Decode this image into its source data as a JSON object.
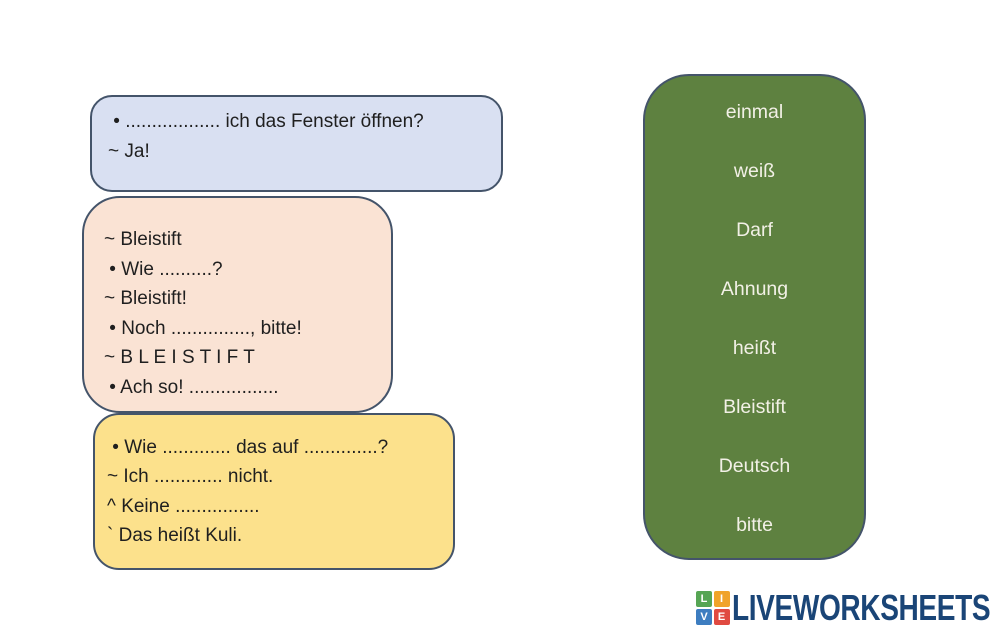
{
  "dialogue_boxes": [
    {
      "name": "blue-box",
      "fill": "#D9E0F2",
      "lines": [
        " • .................. ich das Fenster öffnen?",
        "~ Ja!"
      ]
    },
    {
      "name": "peach-box",
      "fill": "#FAE3D4",
      "lines": [
        "~ Bleistift",
        " • Wie ..........?",
        "~ Bleistift!",
        " • Noch ..............., bitte!",
        "~ B L E I S T I F T",
        " • Ach so! ................."
      ]
    },
    {
      "name": "yellow-box",
      "fill": "#FCE18C",
      "lines": [
        " • Wie ............. das auf ..............?",
        "~ Ich ............. nicht.",
        "^ Keine ................",
        "` Das heißt Kuli."
      ]
    }
  ],
  "word_bank": {
    "fill": "#5E8140",
    "text_color": "#F2F0E6",
    "words": [
      "einmal",
      "weiß",
      "Darf",
      "Ahnung",
      "heißt",
      "Bleistift",
      "Deutsch",
      "bitte"
    ]
  },
  "logo": {
    "text": "LIVEWORKSHEETS",
    "text_color": "#1A4577",
    "tiles": [
      {
        "letter": "L",
        "color": "#56A554"
      },
      {
        "letter": "I",
        "color": "#F0A32A"
      },
      {
        "letter": "V",
        "color": "#3D7DC0"
      },
      {
        "letter": "E",
        "color": "#E04A41"
      }
    ]
  },
  "colors": {
    "border": "#44546A",
    "dialogue_text": "#1F1F1F",
    "page_background": "#FFFFFF"
  }
}
